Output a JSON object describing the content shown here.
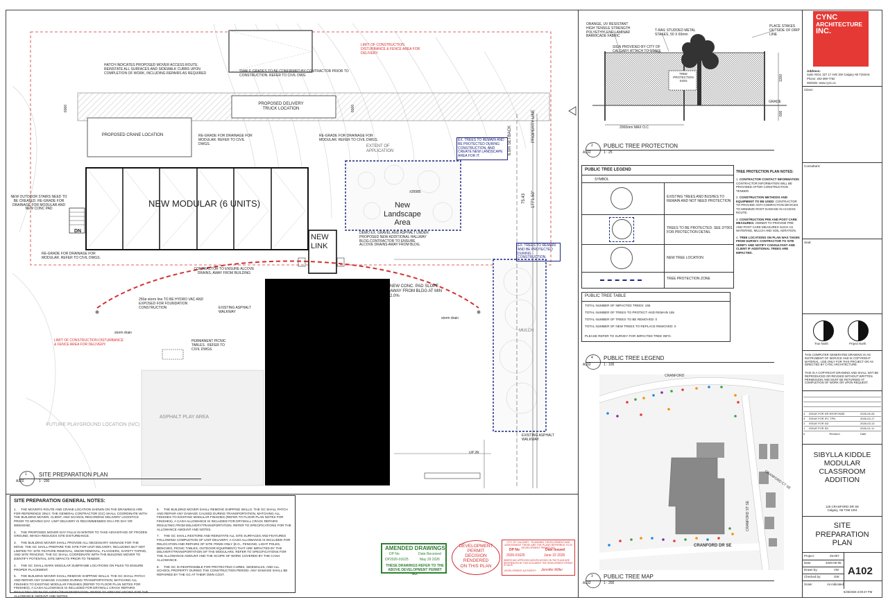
{
  "title_block": {
    "firm_line1": "CYNC",
    "firm_line2": "ARCHITECTURE",
    "firm_line3": "INC.",
    "address_label": "Address:",
    "address": "Suite #204, 327 17 AVE SW Calgary AB T2S0A5",
    "phone": "Phone: 403-399-7762",
    "website": "Website: www.cync.ca",
    "client_label": "Client:",
    "consultant_label": "Consultant:",
    "seal_label": "Seal:",
    "north_true": "True North",
    "north_project": "Project North",
    "copyright1": "THIS COMPUTER GENERATED DRAWING IS AN INSTRUMENT OF SERVICE AND IS COPYRIGHT MATERIAL. USE ONLY FOR THIS PROJECT OR AS DIRECTED BY CYNC ARCHITECTURE.",
    "copyright2": "THIS IS A COPYRIGHT DRAWING AND SHALL NOT BE REPRODUCED OR REVISED WITHOUT WRITTEN PERMISSION AND MUST BE RETURNED AT COMPLETION OF WORK OR UPON REQUEST.",
    "revisions": [
      {
        "no": "4",
        "text": "ISSUE FOR DR RESPONSE",
        "date": "2026-05-26"
      },
      {
        "no": "3",
        "text": "ISSUE FOR IFC TPN",
        "date": "2026-04-17"
      },
      {
        "no": "2",
        "text": "ISSUE FOR DD",
        "date": "2026-03-13"
      },
      {
        "no": "1",
        "text": "ISSUE FOR SD",
        "date": "2026-01-11"
      }
    ],
    "rev_header_no": "#",
    "rev_header_text": "Revision",
    "rev_header_date": "Date",
    "project_name_1": "SIBYLLA KIDDLE",
    "project_name_2": "MODULAR",
    "project_name_3": "CLASSROOM",
    "project_name_4": "ADDITION",
    "project_address_1": "126 CRANFORD DR SE",
    "project_address_2": "Calgary, AB T3M 1W4",
    "sheet_title_1": "SITE",
    "sheet_title_2": "PREPARATION",
    "sheet_title_3": "PLAN",
    "project_label": "Project:",
    "project_value": "25-007",
    "date_label": "Date:",
    "date_value": "2026-06-05",
    "drawn_label": "Drawn by:",
    "drawn_value": "VW",
    "checked_label": "Checked by:",
    "checked_value": "GW",
    "scale_label": "Scale:",
    "scale_value": "As indicated",
    "sheet_number": "A102",
    "timestamp": "5/26/2026 3:00:47 PM"
  },
  "plan": {
    "title_num": "1",
    "title_sheet": "A102",
    "title": "SITE PREPARATION PLAN",
    "scale": "1 : 200",
    "hatch_note": "HATCH INDICATES PROPOSED MOVER ACCESS ROUTE. REINSTATE ALL SURFACES AND SIDEWALK CURBS UPON COMPLETION OF WORK, INCLUDING REPAIRS AS REQUIRED",
    "swale_note": "SWALE GRADES TO BE CONFIRMED BY CONTRACTOR PRIOR TO CONSTRUCTION. REFER TO CIVIL DWG",
    "limit_note_top": "LIMIT OF CONSTRUCTION DISTURBANCE & FENCE AREA FOR DELIVERY.",
    "limit_note_bottom": "LIMIT OF CONSTRUCTION DISTURBANCE & FENCE AREA FOR DELIVERY.",
    "truck": "PROPOSED DELIVERY TRUCK LOCATION",
    "crane": "PROPOSED CRANE LOCATION",
    "regrade_1": "RE-GRADE FOR DRAINAGE FOR MODULAR. REFER TO CIVIL DWGS.",
    "regrade_2": "RE-GRADE FOR DRAINAGE FOR MODULAR. REFER TO CIVIL DWGS.",
    "regrade_3": "RE-GRADE FOR DRAINAGE FOR MODULAR. REFER TO CIVIL DWGS.",
    "extent": "EXTENT OF APPLICATION",
    "setback": "6.0m SETBACK",
    "property_line": "PROPERTY LINE",
    "trees_note_1": "EX. TREES TO REMAIN AND BE PROTECTED DURING CONSTRUCTION, AND CREATE NEW LANDSCAPE AREA FOR IT.",
    "trees_note_2": "EX. TREES TO REMAIN AND BE PROTECTED DURING CONSTRUCTION.",
    "modular": "NEW MODULAR (6 UNITS)",
    "landscape_1": "New",
    "landscape_2": "Landscape",
    "landscape_3": "Area",
    "new_link_1": "NEW",
    "new_link_2": "LINK",
    "stairs_note": "NEW OUTDOOR STAIRS NEED TO BE CREATED. RE-GRADE FOR DRAINAGE FOR MODULAR AND NEW CONC PAD",
    "dn": "DN",
    "demo_note": "DEMO EX. GRAVEL AND ASPHALT UNDER PROPOSED NEW ADDITIONAL HALLWAY BLDG.CONTRACTOR TO ENSURE ALCOVE DRAINS AWAY FROM BLDG.",
    "alcove_note": "CONTRACTOR TO ENSURE ALCOVE DRAINS, AWAY FROM BUILDING",
    "storm_line": "250ø storm line TO BE HYDRO VAC AND EXPOSED FOR FOUNDATION CONSTRUCTION",
    "asphalt_walk_1": "EXISTING ASPHALT WALKWAY",
    "asphalt_walk_2": "EXISTING ASPHALT WALKWAY",
    "conc_pad": "NEW CONC. PAD SLOPE AWAY FROM BLDG AT MIN 2.0%",
    "storm_drain_1": "storm drain",
    "storm_drain_2": "storm drain",
    "mulch": "MULCH",
    "picnic": "PERMANENT PICNIC TABLES . REFER TO CIVIL DWGS.",
    "playground": "FUTURE PLAYGROUND LOCATION (N/C)",
    "asphalt_play": "ASPHALT PLAY AREA",
    "up_2r": "UP 2R",
    "dim_6000_a": "6000",
    "dim_6000_b": "6000",
    "dim_7543": "75.43",
    "dim_1771": "177'1.50\"",
    "elev": "±26985"
  },
  "notes": {
    "heading": "SITE PREPARATION GENERAL NOTES:",
    "col1": [
      {
        "n": "1.",
        "t": "THE MOVER'S ROUTE AND CRANE LOCATION SHOWN ON THE DRAWINGS ARE FOR REFERENCE ONLY. THE GENERAL CONTRACTOR (GC) SHALL COORDINATE WITH THE BUILDING MOVER, CLIENT, AND SCHOOL REGARDING DELIVERY LOGISTICS PRIOR TO MOVING DAY. UNIT DELIVERY IS RECOMMENDED ON A PD DAY OR WEEKEND."
      },
      {
        "n": "2.",
        "t": "THE PROPOSED MOVER DAY FALLS IN WINTER TO TAKE ADVANTAGE OF FROZEN GROUND, WHICH REDUCES SITE DISTURBANCE."
      },
      {
        "n": "3.",
        "t": "THE BUILDING MOVER SHALL PROVIDE ALL NECESSARY SIGNAGE FOR THE MOVE. THE GC SHALL PREPARE THE SITE FOR UNIT DELIVERY, INCLUDING BUT NOT LIMITED TO: SITE FEATURE REMOVAL, SNOW REMOVAL, FLAGGERS, SAFETY TAPING, AND SITE FENCING. THE GC SHALL COORDINATE WITH THE BUILDING MOVER TO IDENTIFY POTENTIAL SITE IMPACTS PRIOR TO TENDER."
      },
      {
        "n": "4.",
        "t": "THE GC SHALL MARK MODULAR SUBFRAME LOCATIONS ON PILES TO ENSURE PROPER PLACEMENT."
      },
      {
        "n": "5.",
        "t": "THE BUILDING MOVER SHALL REMOVE SHIPPING WALLS. THE GC SHALL PATCH AND REPAIR ANY DAMAGE CAUSED DURING TRANSPORTATION, MATCHING ALL FINISHES TO EXISTING MODULAR FINISHES (REFER TO FLOOR PLAN NOTES FOR FINISHES). A CASH ALLOWANCE IS INCLUDED FOR DRYWALL CRACK REPAIRS RESULTING FROM DELIVERY/TRANSPORTATION. REFER TO SPECIFICATIONS FOR THE ALLOWANCE AMOUNT AND NOTES."
      }
    ],
    "col2": [
      {
        "n": "6.",
        "t": "THE BUILDING MOVER SHALL REMOVE SHIPPING WALLS. THE GC SHALL PATCH AND REPAIR ANY DAMAGE CAUSED DURING TRANSPORTATION, MATCHING ALL FINISHES TO EXISTING MODULAR FINISHES (REFER TO FLOOR PLAN NOTES FOR FINISHES). A CASH ALLOWANCE IS INCLUDED FOR DRYWALL CRACK REPAIRS RESULTING FROM DELIVERY/TRANSPORTATION. REFER TO SPECIFICATIONS FOR THE ALLOWANCE AMOUNT AND NOTES."
      },
      {
        "n": "7.",
        "t": "THE GC SHALL RESTORE AND REINSTATE ALL SITE SURFACES AND FEATURES FOLLOWING COMPLETION OF UNIT DELIVERY. A CASH ALLOWANCE IS INCLUDED FOR RELOCATION AND REPAIRS OF SITE ITEMS ONLY (E.G., FENCING, LIGHT POLES, BENCHES, PICNIC TABLES, OUTDOOR EQUIPMENT) THAT ARE IMPACTED BY THE DELIVERY/TRANSPORTATION OF THE MODULARS. REFER TO SPECIFICATIONS FOR THE ALLOWANCE AMOUNT AND THE SCOPE OF WORK COVERED BY THE CASH ALLOWANCE."
      },
      {
        "n": "8.",
        "t": "THE GC IS RESPONSIBLE FOR PROTECTING CURBS, SIDEWALKS, AND ALL SCHOOL PROPERTY DURING THE CONSTRUCTION PERIOD. ANY DAMAGE SHALL BE REPAIRED BY THE GC AT THEIR OWN COST."
      }
    ]
  },
  "stamps": {
    "amended_title": "AMENDED DRAWINGS",
    "dp_no_label": "DP No",
    "date_received_label": "Date Received",
    "dp_no_value": "DP2026-01625",
    "date_received_value": "May 29 2026",
    "amended_foot": "THESE DRAWINGS REFER TO THE ABOVE DEVELOPMENT PERMIT NO.",
    "decision_1": "DEVELOPMENT",
    "decision_2": "PERMIT",
    "decision_3": "DECISION",
    "decision_4": "RENDERED",
    "decision_5": "ON THIS PLAN",
    "city_text": "CITY OF CALGARY - PLANNING, DEVELOPMENT AND ASSESSMENT THESE ARE THE PLANS REFERRED TO IN DEVELOPMENT PERMIT NO.",
    "dp_no_label_2": "DP No",
    "date_issued_label": "Date Issued",
    "dp_no_value_2": "2026-01625",
    "date_issued_value": "June 22 2026",
    "city_small": "WHERE ANY APPROVED MODIFICATIONS ON THE PLANS ARE REFERENCED BY THIS DOCUMENT THE DEVELOPMENT PERMIT IS VALID",
    "authority_label": "DEVELOPMENT AUTHORITY",
    "authority_name": "Jennifer Miller"
  },
  "tree_protection": {
    "title_num": "2",
    "title_sheet": "A102",
    "title": "PUBLIC TREE PROTECTION",
    "scale": "1 : 25",
    "fabric_note": "ORANGE, UV RESISTANT HIGH TENSILE STRENGTH POLYETHYLENE LAMINAR BARRICADE FABRIC",
    "trail_note": "T-RAIL STUDDED METAL STAKES, 50 X 60mm",
    "sign_note": "SIGN PROVIDED BY CITY OF CALGARY ATTACH TO STAKE",
    "stakes_note": "PLACE STAKES OUTSIDE OF DRIP LINE",
    "sign_1": "TREE",
    "sign_2": "PROTECTION",
    "sign_3": "SIGN",
    "grade": "GRADE",
    "spacing": "2000mm MAX O.C",
    "dim_1200": "1200",
    "dim_600": "600"
  },
  "legend": {
    "heading": "PUBLIC TREE LEGEND",
    "symbol": "SYMBOL",
    "row1": "EXISTING TREES AND BUSHES TO REMAIN AND NOT NEED PROTECTION",
    "row2": "TREES TO BE PROTECTED. SEE 2/T001 FOR PROTECTION DETAIL",
    "row3": "NEW TREE LOCATION",
    "row4": "TREE PROTECTION ZONE",
    "title_num": "4",
    "title_sheet": "A102",
    "title": "PUBLIC TREE LEGEND",
    "scale": "1 : 100",
    "notes_heading": "TREE PROTECTION PLAN NOTES:",
    "notes": [
      {
        "n": "1.",
        "h": "CONTRACTOR CONTACT INFORMATION:",
        "t": "CONTRACTOR INFORMATION WILL BE PROVIDED AFTER CONSTRUCTION TENDER."
      },
      {
        "n": "2.",
        "h": "CONSTRUCTION METHODS AND EQUIPMENT TO BE USED:",
        "t": "CONTRACTOR TO PROVIDE ANTI-COMPACTION DEVICES TO MINIMIZE ROOT DAMAGE IN ACCESS ROUTE."
      },
      {
        "n": "3.",
        "h": "CONSTRUCTION PRE AND POST CARE MEASURES:",
        "t": "OWNER TO PROVIDE PRE AND POST CARE MEASURES SUCH AS WATERING, MULCH AND SOIL AERATION."
      },
      {
        "n": "4.",
        "h": "TREE LOCATIONS ON PLAN WAS TAKEN FROM SURVEY. CONTRACTOR TO SITE VERIFY AND NOTIFY CONSULTANT AND CLIENT IF ADDITIONAL TREES ARE IMPACTED.",
        "t": ""
      }
    ]
  },
  "tree_table": {
    "heading": "PUBLIC TREE TABLE",
    "rows": [
      "TOTAL NUMBER OF IMPACTED TREES: 155",
      "TOTAL NUMBER OF TREES TO PROTECT AND REMAIN 155",
      "TOTAL NUMBER OF TREES TO BE REMOVED: 0",
      "TOTAL NUMBER OF NEW TREES TO REPLACE REMOVED: 0"
    ],
    "foot": "PLEASE REFER TO SURVEY FOR IMPACTED TREE INFO."
  },
  "tree_map": {
    "title_num": "3",
    "title_sheet": "A102",
    "title": "PUBLIC TREE MAP",
    "scale": "1 : 200",
    "street_1": "CRANFORD DR SE",
    "street_2": "CRANFORD ST SE",
    "street_3": "CRANFORD CT SE",
    "street_4": "CRANFORD"
  }
}
